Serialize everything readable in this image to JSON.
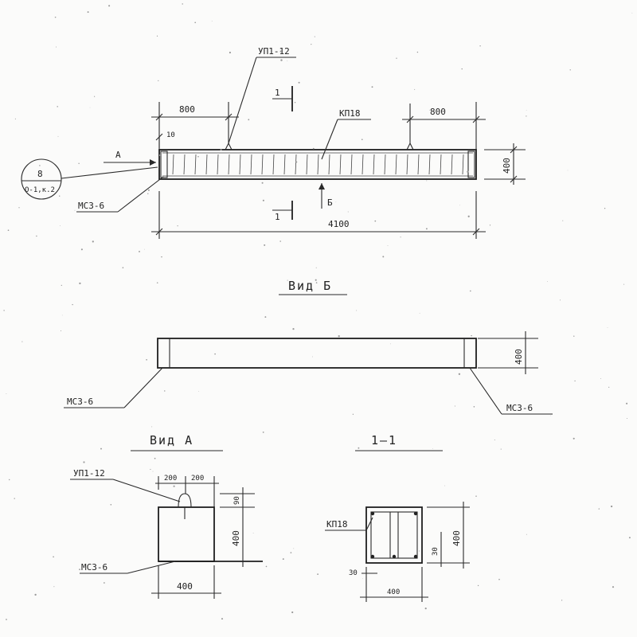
{
  "colors": {
    "ink": "#2a2a2a",
    "paper": "#fbfbfa"
  },
  "elevation": {
    "dim_left": "800",
    "dim_right": "800",
    "dim_total": "4100",
    "dim_height": "400",
    "dim_edge": "10",
    "label_loop": "УП1-12",
    "label_frame": "КП18",
    "label_plate": "МСЗ-6",
    "view_a_arrow": "А",
    "view_b_arrow": "Б",
    "section_top": "1",
    "section_bottom": "1",
    "callout_number": "8",
    "callout_sheet": "О-1,к.2"
  },
  "view_b": {
    "title": "Вид Б",
    "dim_height": "400",
    "label_left": "МСЗ-6",
    "label_right": "МСЗ-6"
  },
  "view_a": {
    "title": "Вид А",
    "label_loop": "УП1-12",
    "label_plate": "МСЗ-6",
    "dim_left": "200",
    "dim_right": "200",
    "dim_loop_height": "90",
    "dim_height": "400",
    "dim_width": "400"
  },
  "section_1_1": {
    "title": "1—1",
    "label_frame": "КП18",
    "dim_height": "400",
    "dim_cover_side": "30",
    "dim_cover_bottom": "30",
    "dim_width": "400"
  }
}
